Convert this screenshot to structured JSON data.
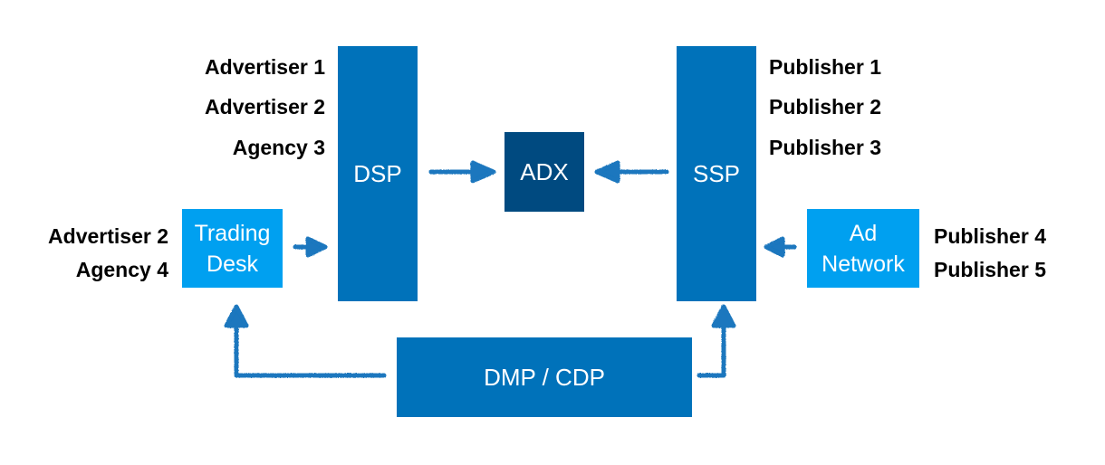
{
  "nodes": {
    "dsp": "DSP",
    "adx": "ADX",
    "ssp": "SSP",
    "trading_desk": [
      "Trading",
      "Desk"
    ],
    "ad_network": [
      "Ad",
      "Network"
    ],
    "dmp": "DMP / CDP"
  },
  "left_labels": [
    "Advertiser 1",
    "Advertiser 2",
    "Agency 3"
  ],
  "trading_desk_labels": [
    "Advertiser 2",
    "Agency 4"
  ],
  "right_labels": [
    "Publisher 1",
    "Publisher 2",
    "Publisher 3"
  ],
  "ad_network_labels": [
    "Publisher 4",
    "Publisher 5"
  ],
  "colors": {
    "primary": "#0072BA",
    "exchange": "#004A80",
    "secondary": "#00A0F0",
    "arrow": "#1A77BE"
  }
}
